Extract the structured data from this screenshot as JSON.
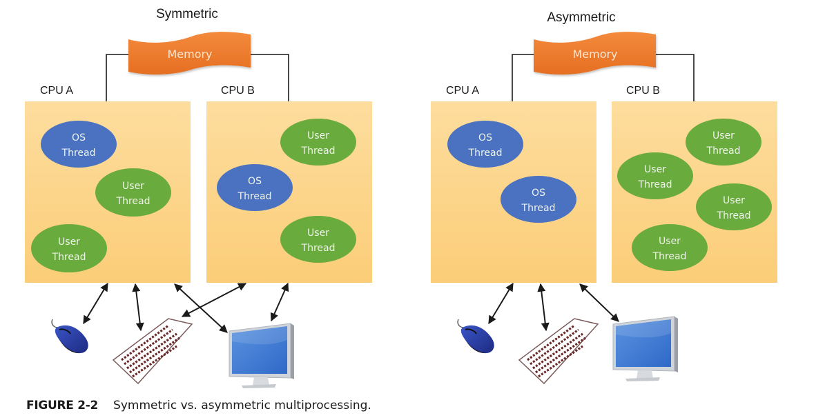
{
  "colors": {
    "cpu_box_top": "#fddd9e",
    "cpu_box_bottom": "#fbcd78",
    "memory": "#ef7b2e",
    "os_thread": "#4a72c0",
    "user_thread": "#6aab3e",
    "connector": "#1a1a1a"
  },
  "diagrams": [
    {
      "title": "Symmetric",
      "memory_label": "Memory",
      "cpus": [
        {
          "label": "CPU A",
          "threads": [
            {
              "kind": "os",
              "line1": "OS",
              "line2": "Thread"
            },
            {
              "kind": "user",
              "line1": "User",
              "line2": "Thread"
            },
            {
              "kind": "user",
              "line1": "User",
              "line2": "Thread"
            }
          ]
        },
        {
          "label": "CPU B",
          "threads": [
            {
              "kind": "user",
              "line1": "User",
              "line2": "Thread"
            },
            {
              "kind": "os",
              "line1": "OS",
              "line2": "Thread"
            },
            {
              "kind": "user",
              "line1": "User",
              "line2": "Thread"
            }
          ]
        }
      ],
      "devices": [
        "mouse",
        "keyboard",
        "monitor"
      ],
      "connections": [
        {
          "from": "CPU A",
          "to": "mouse"
        },
        {
          "from": "CPU A",
          "to": "keyboard"
        },
        {
          "from": "CPU A",
          "to": "monitor"
        },
        {
          "from": "CPU B",
          "to": "keyboard"
        },
        {
          "from": "CPU B",
          "to": "monitor"
        }
      ]
    },
    {
      "title": "Asymmetric",
      "memory_label": "Memory",
      "cpus": [
        {
          "label": "CPU A",
          "threads": [
            {
              "kind": "os",
              "line1": "OS",
              "line2": "Thread"
            },
            {
              "kind": "os",
              "line1": "OS",
              "line2": "Thread"
            }
          ]
        },
        {
          "label": "CPU B",
          "threads": [
            {
              "kind": "user",
              "line1": "User",
              "line2": "Thread"
            },
            {
              "kind": "user",
              "line1": "User",
              "line2": "Thread"
            },
            {
              "kind": "user",
              "line1": "User",
              "line2": "Thread"
            },
            {
              "kind": "user",
              "line1": "User",
              "line2": "Thread"
            }
          ]
        }
      ],
      "devices": [
        "mouse",
        "keyboard",
        "monitor"
      ],
      "connections": [
        {
          "from": "CPU A",
          "to": "mouse"
        },
        {
          "from": "CPU A",
          "to": "keyboard"
        },
        {
          "from": "CPU A",
          "to": "monitor"
        }
      ]
    }
  ],
  "caption": {
    "figure_number": "FIGURE 2-2",
    "text": "Symmetric vs. asymmetric multiprocessing."
  }
}
